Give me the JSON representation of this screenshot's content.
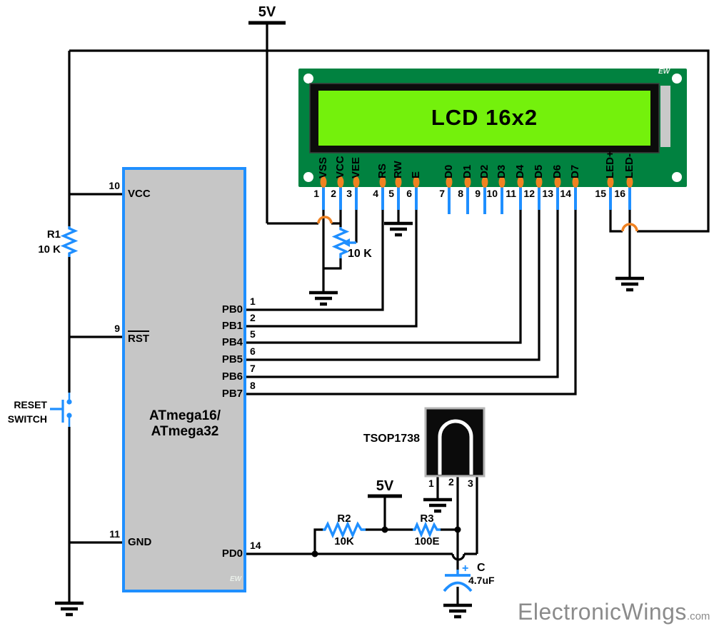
{
  "supplies": {
    "top": "5V",
    "bottom": "5V"
  },
  "lcd": {
    "title": "LCD 16x2",
    "watermark": "EW",
    "pins": [
      {
        "num": "1",
        "label": "VSS"
      },
      {
        "num": "2",
        "label": "VCC"
      },
      {
        "num": "3",
        "label": "VEE"
      },
      {
        "num": "4",
        "label": "RS"
      },
      {
        "num": "5",
        "label": "RW"
      },
      {
        "num": "6",
        "label": "E"
      },
      {
        "num": "7",
        "label": "D0"
      },
      {
        "num": "8",
        "label": "D1"
      },
      {
        "num": "9",
        "label": "D2"
      },
      {
        "num": "10",
        "label": "D3"
      },
      {
        "num": "11",
        "label": "D4"
      },
      {
        "num": "12",
        "label": "D5"
      },
      {
        "num": "13",
        "label": "D6"
      },
      {
        "num": "14",
        "label": "D7"
      },
      {
        "num": "15",
        "label": "LED+"
      },
      {
        "num": "16",
        "label": "LED-"
      }
    ]
  },
  "mcu": {
    "name_line1": "ATmega16/",
    "name_line2": "ATmega32",
    "watermark": "EW",
    "pins": {
      "vcc": {
        "num": "10",
        "label": "VCC"
      },
      "rst": {
        "num": "9",
        "label": "RST"
      },
      "gnd": {
        "num": "11",
        "label": "GND"
      },
      "pb0": {
        "num": "1",
        "label": "PB0"
      },
      "pb1": {
        "num": "2",
        "label": "PB1"
      },
      "pb4": {
        "num": "5",
        "label": "PB4"
      },
      "pb5": {
        "num": "6",
        "label": "PB5"
      },
      "pb6": {
        "num": "7",
        "label": "PB6"
      },
      "pb7": {
        "num": "8",
        "label": "PB7"
      },
      "pd0": {
        "num": "14",
        "label": "PD0"
      }
    }
  },
  "components": {
    "r1": {
      "name": "R1",
      "value": "10 K"
    },
    "pot": {
      "value": "10 K"
    },
    "r2": {
      "name": "R2",
      "value": "10K"
    },
    "r3": {
      "name": "R3",
      "value": "100E"
    },
    "cap": {
      "name": "C",
      "value": "4.7uF",
      "polarity": "+"
    },
    "ir_receiver": {
      "name": "TSOP1738",
      "pin1": "1",
      "pin2": "2",
      "pin3": "3"
    },
    "reset_switch": {
      "line1": "RESET",
      "line2": "SWITCH"
    }
  },
  "watermark": {
    "brand": "ElectronicWings",
    "suffix": ".com"
  },
  "colors": {
    "wire": "#000000",
    "blue": "#1f8fff",
    "orange": "#f08222",
    "pcb": "#018240",
    "screen": "#74f10c",
    "chip": "#c6c6c6",
    "gray-text": "#8b8b8b"
  }
}
